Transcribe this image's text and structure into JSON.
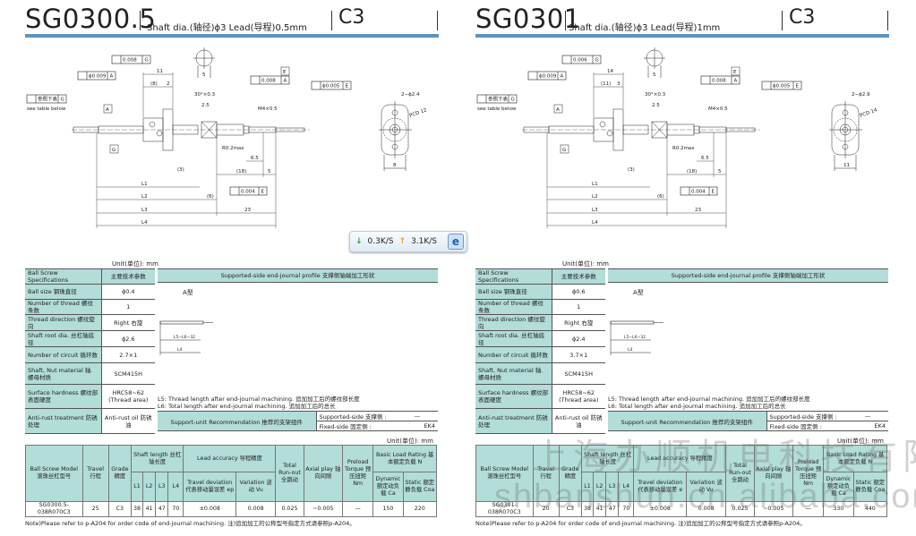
{
  "panels": [
    {
      "model": "SG0300.5",
      "subtitle": "Shaft dia.(轴径)ϕ3   Lead(导程)0.5mm",
      "grade": "C3",
      "drawing": {
        "perp_top": "0.008",
        "perp_top_ref": "G",
        "coax_left": "ϕ0.009",
        "coax_left_ref": "A",
        "runout_left": "参照下表",
        "runout_left_ref": "G",
        "see_table": "see table below",
        "datum_a": "A",
        "datum_g": "G",
        "datum_e": "E",
        "dim_11": "11",
        "dim_8": "(8)",
        "dim_2": "2",
        "chamfer": "30°×0.3",
        "dim_25": "2.5",
        "thread": "M4×0.5",
        "runout_right": "0.008",
        "runout_right_ref": "A",
        "coax_right": "ϕ0.005",
        "coax_right_ref": "E",
        "r_max": "R0.2max",
        "dim_65": "6.5",
        "dim_18": "(18)",
        "dim_5": "5",
        "dim_3": "(3)",
        "dim_6": "(6)",
        "perp_bottom": "0.004",
        "perp_bottom_ref": "E",
        "l1": "L1",
        "l2": "L2",
        "l3": "L3",
        "l4": "L4",
        "dim_23": "23",
        "holes": "2−ϕ2.4",
        "pcd": "PCD 12",
        "flange_w": "8",
        "section_w": "5"
      },
      "unit": "Unit(单位): mm",
      "spec_header": [
        "Ball Screw Specifications",
        "主要技术参数"
      ],
      "specs": [
        {
          "label": "Ball size   钢珠直径",
          "value": "ϕ0.4"
        },
        {
          "label": "Number of thread   螺纹条数",
          "value": "1"
        },
        {
          "label": "Thread direction   螺纹旋向",
          "value": "Right   右旋"
        },
        {
          "label": "Shaft root dia.   丝杠轴底径",
          "value": "ϕ2.6"
        },
        {
          "label": "Number of circuit   循环数",
          "value": "2.7×1"
        },
        {
          "label": "Shaft, Nut material 轴.螺母材质",
          "value": "SCM415H"
        },
        {
          "label": "Surface hardness 螺纹部表面硬度",
          "value": "HRC58~62 (Thread area)"
        },
        {
          "label": "Anti-rust treatment 防锈处理",
          "value": "Anti-rust oil 防锈油"
        }
      ],
      "profile": {
        "header": "Supported-side end-journal profile   支撑侧轴端加工形状",
        "type": "A型",
        "dim1": "L5−L6−32",
        "dim2": "L4",
        "note1": "L5: Thread length after end-journal machining.   追加加工后的螺纹部长度",
        "note2": "L6: Total length after end-journal machining.   追加加工后的总长",
        "support_label": "Support-unit Recommendation   推荐的支架组件",
        "supported_side": "Supported-side   支撑侧  :",
        "supported_val": "—",
        "fixed_side": "Fixed-side   固定侧  :",
        "fixed_val": "EK4"
      },
      "table": {
        "headers": {
          "model": "Ball Screw Model 滚珠丝杠型号",
          "travel": "Travel 行程",
          "grade": "Grade 精度",
          "shaft_length": "Shaft length 丝杠轴长度",
          "l1": "L1",
          "l2": "L2",
          "l3": "L3",
          "l4": "L4",
          "lead_accuracy": "Lead accuracy 导程精度",
          "travel_dev": "Travel deviation 代表移动量误差 ep",
          "variation": "Variation 波动 Vu",
          "runout": "Total Run-out 全跳动",
          "axial": "Axial play 轴向间隙",
          "preload": "Preload Torque 预压扭矩 Nm",
          "load": "Basic Load Rating 基本额定负载  N",
          "dynamic": "Dynamic 额定动负载 Ca",
          "static": "Static 额定静负载 Coa"
        },
        "row": [
          "SG0300.5-038R070C3",
          "25",
          "C3",
          "38",
          "41",
          "47",
          "70",
          "±0.008",
          "0.008",
          "0.025",
          "~0.005",
          "—",
          "150",
          "220"
        ]
      },
      "note": "Note)Please refer to p-A204 for order code of end-journal machining.   注)追加加工的公称型号指定方式请参照p-A204。"
    },
    {
      "model": "SG0301",
      "subtitle": "Shaft dia.(轴径)ϕ3   Lead(导程)1mm",
      "grade": "C3",
      "drawing": {
        "perp_top": "0.006",
        "perp_top_ref": "G",
        "coax_left": "ϕ0.009",
        "coax_left_ref": "A",
        "runout_left": "参照下表",
        "runout_left_ref": "G",
        "see_table": "see table below",
        "datum_a": "A",
        "datum_g": "G",
        "datum_e": "E",
        "dim_11": "14",
        "dim_8": "(11)",
        "dim_2": "3",
        "chamfer": "30°×0.3",
        "dim_25": "2.5",
        "thread": "M4×0.5",
        "runout_right": "0.008",
        "runout_right_ref": "A",
        "coax_right": "ϕ0.005",
        "coax_right_ref": "E",
        "r_max": "R0.2max",
        "dim_65": "6.5",
        "dim_18": "(18)",
        "dim_5": "5",
        "dim_3": "(3)",
        "dim_6": "(6)",
        "perp_bottom": "0.004",
        "perp_bottom_ref": "E",
        "l1": "L1",
        "l2": "L2",
        "l3": "L3",
        "l4": "L4",
        "dim_23": "23",
        "holes": "2−ϕ2.9",
        "pcd": "PCD 14",
        "flange_w": "11",
        "section_w": "5"
      },
      "unit": "Unit(单位): mm",
      "spec_header": [
        "Ball Screw Specifications",
        "主要技术参数"
      ],
      "specs": [
        {
          "label": "Ball size   钢珠直径",
          "value": "ϕ0.6"
        },
        {
          "label": "Number of thread   螺纹条数",
          "value": "1"
        },
        {
          "label": "Thread direction   螺纹旋向",
          "value": "Right   右旋"
        },
        {
          "label": "Shaft root dia.   丝杠轴底径",
          "value": "ϕ2.4"
        },
        {
          "label": "Number of circuit   循环数",
          "value": "3.7×1"
        },
        {
          "label": "Shaft, Nut material 轴.螺母材质",
          "value": "SCM415H"
        },
        {
          "label": "Surface hardness 螺纹部表面硬度",
          "value": "HRC58~62 (Thread area)"
        },
        {
          "label": "Anti-rust treatment 防锈处理",
          "value": "Anti-rust oil 防锈油"
        }
      ],
      "profile": {
        "header": "Supported-side end-journal profile   支撑侧轴端加工形状",
        "type": "A型",
        "dim1": "L5−L6−32",
        "dim2": "L4",
        "note1": "L5: Thread length after end-journal machining.   追加加工后的螺纹部长度",
        "note2": "L6: Total length after end-journal machining.   追加加工后的总长",
        "support_label": "Support-unit Recommendation   推荐的支架组件",
        "supported_side": "Supported-side   支撑侧  :",
        "supported_val": "—",
        "fixed_side": "Fixed-side   固定侧  :",
        "fixed_val": "EK4"
      },
      "table": {
        "headers": {
          "model": "Ball Screw Model 滚珠丝杠型号",
          "travel": "Travel 行程",
          "grade": "Grade 精度",
          "shaft_length": "Shaft length 丝杠轴长度",
          "l1": "L1",
          "l2": "L2",
          "l3": "L3",
          "l4": "L4",
          "lead_accuracy": "Lead accuracy 导程精度",
          "travel_dev": "Travel deviation 代表移动量误差 e",
          "variation": "Variation 波动 Vu",
          "runout": "Total Run-out 全跳动",
          "axial": "Axial play 轴向间隙",
          "preload": "Preload Torque 预压扭矩 Nm",
          "load": "Basic Load Rating 基本额定负载  N",
          "dynamic": "Dynamic 额定动负载 Ca",
          "static": "Static 额定静负载 Coa"
        },
        "row": [
          "SG0301-038R070C3",
          "20",
          "C3",
          "38",
          "41",
          "47",
          "70",
          "±0.008",
          "0.008",
          "0.025",
          "~0.005",
          "—",
          "330",
          "440"
        ]
      },
      "note": "Note)Please refer to p-A204 for order code of end-journal machining.   注)追加加工的公称型号指定方式请参照p-A204。"
    }
  ],
  "net_widget": {
    "down": "0.3K/S",
    "up": "3.1K/S",
    "down_icon": "arrow-down",
    "up_icon": "arrow-up",
    "browser_icon": "e"
  },
  "watermark": {
    "line1": "上海办顺机电科技有限公司",
    "line2": "shbanshun.cn.alibaba.com"
  }
}
